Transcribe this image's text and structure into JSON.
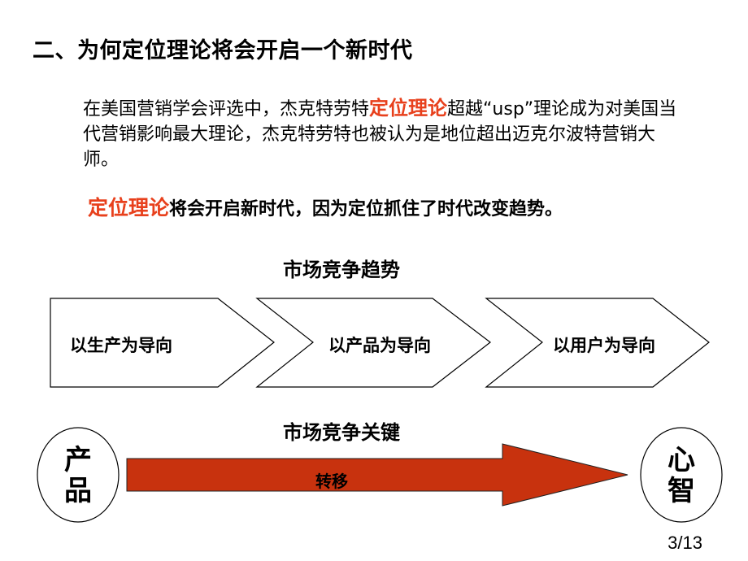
{
  "title": "二、为何定位理论将会开启一个新时代",
  "paragraph": {
    "part1": "在美国营销学会评选中，杰克特劳特",
    "highlight": "定位理论",
    "part2": "超越“usp”理论成为对美国当代营销影响最大理论，杰克特劳特也被认为是地位超出迈克尔波特营销大师。"
  },
  "tagline": {
    "highlight": "定位理论",
    "rest": "将会开启新时代，因为定位抓住了时代改变趋势。"
  },
  "trend": {
    "heading": "市场竞争趋势",
    "stages": [
      "以生产为导向",
      "以产品为导向",
      "以用户为导向"
    ]
  },
  "key": {
    "heading": "市场竞争关键",
    "left_circle": [
      "产",
      "品"
    ],
    "arrow_label": "转移",
    "right_circle": [
      "心",
      "智"
    ]
  },
  "page_number": "3/13",
  "colors": {
    "highlight": "#e8401c",
    "arrow_fill": "#c8320e"
  }
}
